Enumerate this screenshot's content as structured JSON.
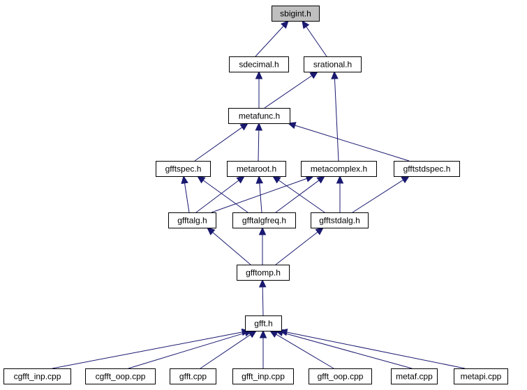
{
  "diagram": {
    "colors": {
      "edge": "#191970",
      "node_fill": "#ffffff",
      "current_fill": "#bfbfbf",
      "border": "#000000"
    },
    "nodes": [
      {
        "id": "sbigint",
        "label": "sbigint.h",
        "current": true
      },
      {
        "id": "sdecimal",
        "label": "sdecimal.h"
      },
      {
        "id": "srational",
        "label": "srational.h"
      },
      {
        "id": "metafunc",
        "label": "metafunc.h"
      },
      {
        "id": "gfftspec",
        "label": "gfftspec.h"
      },
      {
        "id": "metaroot",
        "label": "metaroot.h"
      },
      {
        "id": "metacomplex",
        "label": "metacomplex.h"
      },
      {
        "id": "gfftstdspec",
        "label": "gfftstdspec.h"
      },
      {
        "id": "gfftalg",
        "label": "gfftalg.h"
      },
      {
        "id": "gfftalgfreq",
        "label": "gfftalgfreq.h"
      },
      {
        "id": "gfftstdalg",
        "label": "gfftstdalg.h"
      },
      {
        "id": "gfftomp",
        "label": "gfftomp.h"
      },
      {
        "id": "gfft",
        "label": "gfft.h"
      },
      {
        "id": "cgfft_inp",
        "label": "cgfft_inp.cpp"
      },
      {
        "id": "cgfft_oop",
        "label": "cgfft_oop.cpp"
      },
      {
        "id": "gfft_cpp",
        "label": "gfft.cpp"
      },
      {
        "id": "gfft_inp",
        "label": "gfft_inp.cpp"
      },
      {
        "id": "gfft_oop",
        "label": "gfft_oop.cpp"
      },
      {
        "id": "metaf",
        "label": "metaf.cpp"
      },
      {
        "id": "metapi",
        "label": "metapi.cpp"
      }
    ],
    "edges": [
      {
        "from": "sdecimal",
        "to": "sbigint"
      },
      {
        "from": "srational",
        "to": "sbigint"
      },
      {
        "from": "metafunc",
        "to": "sdecimal"
      },
      {
        "from": "metafunc",
        "to": "srational"
      },
      {
        "from": "metacomplex",
        "to": "srational"
      },
      {
        "from": "gfftspec",
        "to": "metafunc"
      },
      {
        "from": "metaroot",
        "to": "metafunc"
      },
      {
        "from": "gfftstdspec",
        "to": "metafunc"
      },
      {
        "from": "gfftalg",
        "to": "gfftspec"
      },
      {
        "from": "gfftalgfreq",
        "to": "gfftspec"
      },
      {
        "from": "gfftalg",
        "to": "metaroot"
      },
      {
        "from": "gfftalgfreq",
        "to": "metaroot"
      },
      {
        "from": "gfftstdalg",
        "to": "metaroot"
      },
      {
        "from": "gfftalg",
        "to": "metacomplex"
      },
      {
        "from": "gfftalgfreq",
        "to": "metacomplex"
      },
      {
        "from": "gfftstdalg",
        "to": "metacomplex"
      },
      {
        "from": "gfftstdalg",
        "to": "gfftstdspec"
      },
      {
        "from": "gfftomp",
        "to": "gfftalg"
      },
      {
        "from": "gfftomp",
        "to": "gfftalgfreq"
      },
      {
        "from": "gfftomp",
        "to": "gfftstdalg"
      },
      {
        "from": "gfft",
        "to": "gfftomp"
      },
      {
        "from": "cgfft_inp",
        "to": "gfft"
      },
      {
        "from": "cgfft_oop",
        "to": "gfft"
      },
      {
        "from": "gfft_cpp",
        "to": "gfft"
      },
      {
        "from": "gfft_inp",
        "to": "gfft"
      },
      {
        "from": "gfft_oop",
        "to": "gfft"
      },
      {
        "from": "metaf",
        "to": "gfft"
      },
      {
        "from": "metapi",
        "to": "gfft"
      }
    ]
  }
}
